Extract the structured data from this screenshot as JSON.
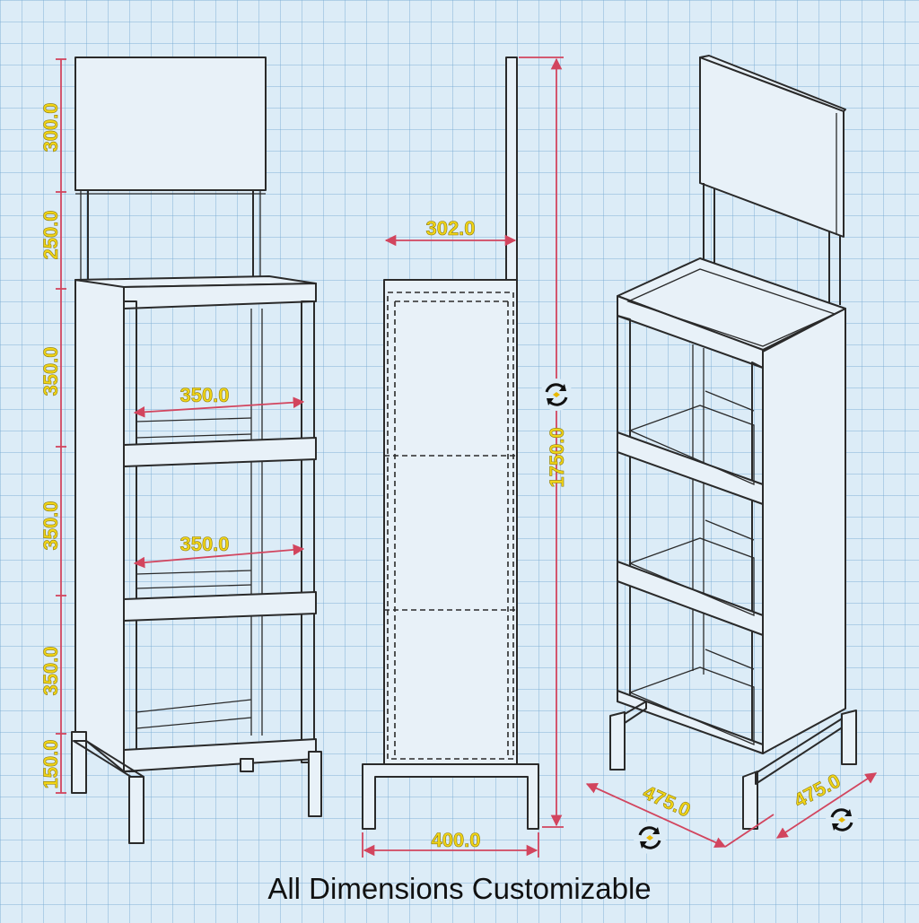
{
  "caption": "All Dimensions Customizable",
  "colors": {
    "background": "#dcecf7",
    "grid": "#8cb6d8",
    "dimension_line": "#d2455e",
    "dimension_text": "#f2d516",
    "outline": "#2a2a2a"
  },
  "front_view": {
    "vertical_dims": [
      "300.0",
      "250.0",
      "350.0",
      "350.0",
      "350.0",
      "150.0"
    ],
    "shelf_width_dims": [
      "350.0",
      "350.0"
    ]
  },
  "side_view": {
    "top_depth": "302.0",
    "total_height": "1750.0",
    "base_width": "400.0"
  },
  "iso_view": {
    "footprint_left": "475.0",
    "footprint_right": "475.0"
  },
  "icons": [
    "rotate-icon",
    "rotate-icon",
    "rotate-icon"
  ]
}
